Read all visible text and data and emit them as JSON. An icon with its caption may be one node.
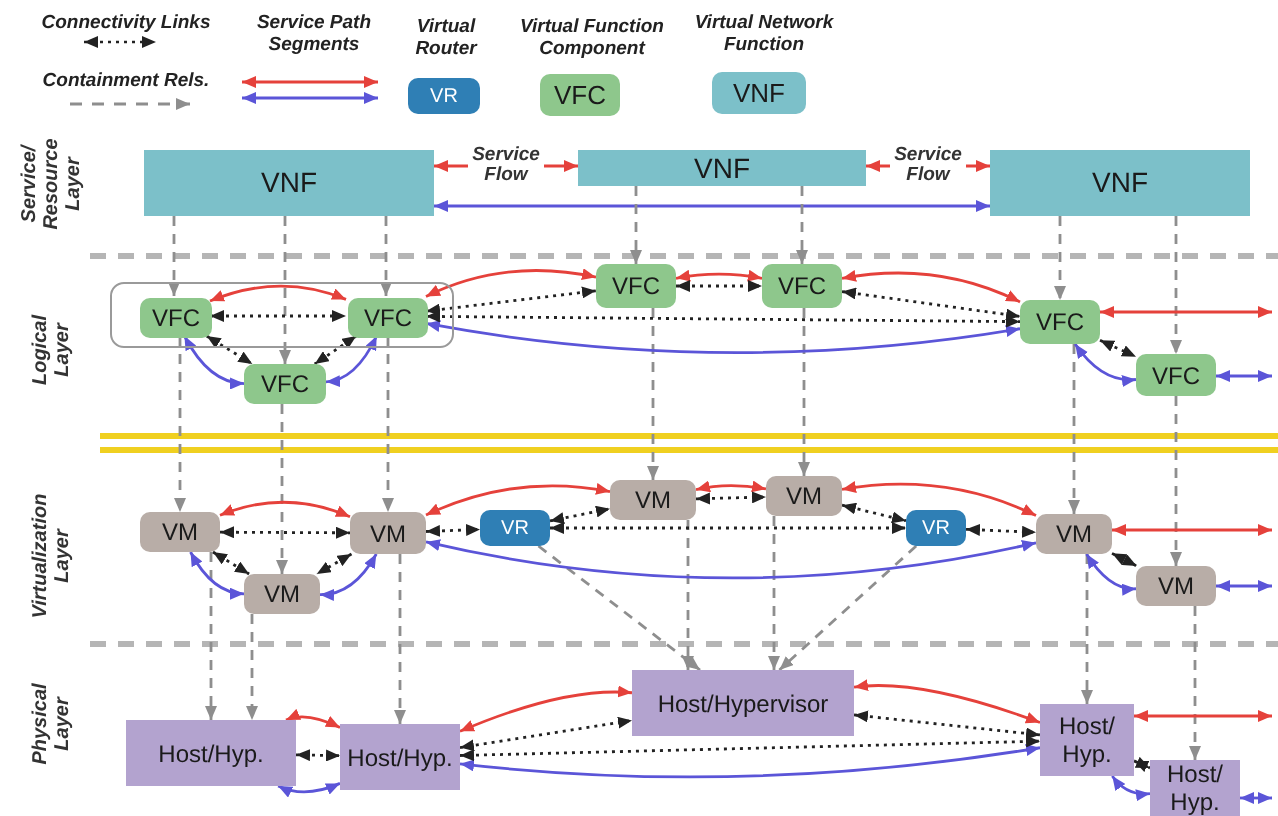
{
  "diagram": {
    "nodes": [
      {
        "text": [
          "VNF"
        ]
      },
      {
        "text": [
          "VNF"
        ]
      },
      {
        "text": [
          "VNF"
        ]
      },
      {
        "text": [],
        "shape": "box"
      },
      {
        "text": [
          "VFC"
        ],
        "in": 3
      },
      {
        "text": [
          "VFC"
        ],
        "in": 3
      },
      {
        "text": [
          "VFC"
        ]
      },
      {
        "text": [
          "VFC"
        ]
      },
      {
        "text": [
          "VFC"
        ]
      },
      {
        "text": [
          "VFC"
        ]
      },
      {
        "text": [
          "VFC"
        ]
      },
      {
        "text": [
          "VM"
        ]
      },
      {
        "text": [
          "VM"
        ]
      },
      {
        "text": [
          "VR"
        ]
      },
      {
        "text": [
          "VM"
        ]
      },
      {
        "text": [
          "VM"
        ]
      },
      {
        "text": [
          "VR"
        ]
      },
      {
        "text": [
          "VM"
        ]
      },
      {
        "text": [
          "VM"
        ]
      },
      {
        "text": [
          "VM"
        ]
      },
      {
        "text": [
          "Host/Hyp."
        ]
      },
      {
        "text": [
          "Host/Hyp."
        ]
      },
      {
        "text": [
          "Host/Hypervisor"
        ]
      },
      {
        "text": [
          "Host/ Hyp."
        ]
      },
      {
        "text": [
          "Host/ Hyp."
        ]
      }
    ],
    "edges": [
      {
        "from": 0,
        "to": 1,
        "arrow": "both",
        "color": "#e5413b",
        "label": "Service Flow"
      },
      {
        "from": 1,
        "to": 2,
        "arrow": "both",
        "color": "#e5413b",
        "label": "Service Flow"
      },
      {
        "from": 0,
        "to": 2,
        "arrow": "both",
        "color": "#5b55d8"
      },
      {
        "from": 0,
        "to": 4,
        "arrow": "to",
        "style": "dashed",
        "color": "#8e8e8e"
      },
      {
        "from": 0,
        "to": 6,
        "arrow": "to",
        "style": "dashed",
        "color": "#8e8e8e"
      },
      {
        "from": 0,
        "to": 5,
        "arrow": "to",
        "style": "dashed",
        "color": "#8e8e8e"
      },
      {
        "from": 1,
        "to": 7,
        "arrow": "to",
        "style": "dashed",
        "color": "#8e8e8e"
      },
      {
        "from": 1,
        "to": 8,
        "arrow": "to",
        "style": "dashed",
        "color": "#8e8e8e"
      },
      {
        "from": 2,
        "to": 9,
        "arrow": "to",
        "style": "dashed",
        "color": "#8e8e8e"
      },
      {
        "from": 2,
        "to": 10,
        "arrow": "to",
        "style": "dashed",
        "color": "#8e8e8e"
      },
      {
        "from": 4,
        "to": 11,
        "arrow": "to",
        "style": "dashed",
        "color": "#8e8e8e"
      },
      {
        "from": 6,
        "to": 18,
        "arrow": "to",
        "style": "dashed",
        "color": "#8e8e8e"
      },
      {
        "from": 5,
        "to": 12,
        "arrow": "to",
        "style": "dashed",
        "color": "#8e8e8e"
      },
      {
        "from": 7,
        "to": 14,
        "arrow": "to",
        "style": "dashed",
        "color": "#8e8e8e"
      },
      {
        "from": 8,
        "to": 15,
        "arrow": "to",
        "style": "dashed",
        "color": "#8e8e8e"
      },
      {
        "from": 9,
        "to": 17,
        "arrow": "to",
        "style": "dashed",
        "color": "#8e8e8e"
      },
      {
        "from": 10,
        "to": 19,
        "arrow": "to",
        "style": "dashed",
        "color": "#8e8e8e"
      },
      {
        "from": 11,
        "to": 20,
        "arrow": "to",
        "style": "dashed",
        "color": "#8e8e8e"
      },
      {
        "from": 18,
        "to": 20,
        "arrow": "to",
        "style": "dashed",
        "color": "#8e8e8e"
      },
      {
        "from": 12,
        "to": 21,
        "arrow": "to",
        "style": "dashed",
        "color": "#8e8e8e"
      },
      {
        "from": 14,
        "to": 22,
        "arrow": "to",
        "style": "dashed",
        "color": "#8e8e8e"
      },
      {
        "from": 13,
        "to": 22,
        "arrow": "to",
        "style": "dashed",
        "color": "#8e8e8e"
      },
      {
        "from": 15,
        "to": 22,
        "arrow": "to",
        "style": "dashed",
        "color": "#8e8e8e"
      },
      {
        "from": 16,
        "to": 22,
        "arrow": "to",
        "style": "dashed",
        "color": "#8e8e8e"
      },
      {
        "from": 17,
        "to": 23,
        "arrow": "to",
        "style": "dashed",
        "color": "#8e8e8e"
      },
      {
        "from": 19,
        "to": 24,
        "arrow": "to",
        "style": "dashed",
        "color": "#8e8e8e"
      },
      {
        "from": 4,
        "to": 5,
        "arrow": "both",
        "color": "#e5413b"
      },
      {
        "from": 5,
        "to": 7,
        "arrow": "both",
        "color": "#e5413b"
      },
      {
        "from": 7,
        "to": 8,
        "arrow": "both",
        "color": "#e5413b"
      },
      {
        "from": 8,
        "to": 9,
        "arrow": "both",
        "color": "#e5413b"
      },
      {
        "from": 9,
        "to": null,
        "arrow": "both",
        "color": "#e5413b"
      },
      {
        "from": 4,
        "to": 6,
        "arrow": "both",
        "color": "#5b55d8"
      },
      {
        "from": 5,
        "to": 6,
        "arrow": "both",
        "color": "#5b55d8"
      },
      {
        "from": 5,
        "to": 9,
        "arrow": "both",
        "color": "#5b55d8"
      },
      {
        "from": 9,
        "to": 10,
        "arrow": "both",
        "color": "#5b55d8"
      },
      {
        "from": 10,
        "to": null,
        "arrow": "both",
        "color": "#5b55d8"
      },
      {
        "from": 4,
        "to": 5,
        "arrow": "both",
        "style": "dashed",
        "color": "#222222"
      },
      {
        "from": 4,
        "to": 6,
        "arrow": "both",
        "style": "dashed",
        "color": "#222222"
      },
      {
        "from": 5,
        "to": 6,
        "arrow": "both",
        "style": "dashed",
        "color": "#222222"
      },
      {
        "from": 5,
        "to": 7,
        "arrow": "both",
        "style": "dashed",
        "color": "#222222"
      },
      {
        "from": 7,
        "to": 8,
        "arrow": "both",
        "style": "dashed",
        "color": "#222222"
      },
      {
        "from": 5,
        "to": 9,
        "arrow": "both",
        "style": "dashed",
        "color": "#222222"
      },
      {
        "from": 8,
        "to": 9,
        "arrow": "both",
        "style": "dashed",
        "color": "#222222"
      },
      {
        "from": 9,
        "to": 10,
        "arrow": "both",
        "style": "dashed",
        "color": "#222222"
      },
      {
        "from": 11,
        "to": 12,
        "arrow": "both",
        "color": "#e5413b"
      },
      {
        "from": 12,
        "to": 14,
        "arrow": "both",
        "color": "#e5413b"
      },
      {
        "from": 14,
        "to": 15,
        "arrow": "both",
        "color": "#e5413b"
      },
      {
        "from": 15,
        "to": 17,
        "arrow": "both",
        "color": "#e5413b"
      },
      {
        "from": 17,
        "to": null,
        "arrow": "both",
        "color": "#e5413b"
      },
      {
        "from": 11,
        "to": 18,
        "arrow": "both",
        "color": "#5b55d8"
      },
      {
        "from": 12,
        "to": 18,
        "arrow": "both",
        "color": "#5b55d8"
      },
      {
        "from": 12,
        "to": 17,
        "arrow": "both",
        "color": "#5b55d8"
      },
      {
        "from": 17,
        "to": 19,
        "arrow": "both",
        "color": "#5b55d8"
      },
      {
        "from": 19,
        "to": null,
        "arrow": "both",
        "color": "#5b55d8"
      },
      {
        "from": 11,
        "to": 12,
        "arrow": "both",
        "style": "dashed",
        "color": "#222222"
      },
      {
        "from": 11,
        "to": 18,
        "arrow": "both",
        "style": "dashed",
        "color": "#222222"
      },
      {
        "from": 12,
        "to": 18,
        "arrow": "both",
        "style": "dashed",
        "color": "#222222"
      },
      {
        "from": 12,
        "to": 13,
        "arrow": "both",
        "style": "dashed",
        "color": "#222222"
      },
      {
        "from": 13,
        "to": 14,
        "arrow": "both",
        "style": "dashed",
        "color": "#222222"
      },
      {
        "from": 13,
        "to": 16,
        "arrow": "both",
        "style": "dashed",
        "color": "#222222"
      },
      {
        "from": 14,
        "to": 15,
        "arrow": "both",
        "style": "dashed",
        "color": "#222222"
      },
      {
        "from": 15,
        "to": 16,
        "arrow": "both",
        "style": "dashed",
        "color": "#222222"
      },
      {
        "from": 16,
        "to": 17,
        "arrow": "both",
        "style": "dashed",
        "color": "#222222"
      },
      {
        "from": 17,
        "to": 19,
        "arrow": "both",
        "style": "dashed",
        "color": "#222222"
      },
      {
        "from": 20,
        "to": 21,
        "arrow": "both",
        "color": "#e5413b"
      },
      {
        "from": 21,
        "to": 22,
        "arrow": "both",
        "color": "#e5413b"
      },
      {
        "from": 22,
        "to": 23,
        "arrow": "both",
        "color": "#e5413b"
      },
      {
        "from": 23,
        "to": null,
        "arrow": "both",
        "color": "#e5413b"
      },
      {
        "from": 20,
        "to": 21,
        "arrow": "both",
        "color": "#5b55d8"
      },
      {
        "from": 21,
        "to": 23,
        "arrow": "both",
        "color": "#5b55d8"
      },
      {
        "from": 23,
        "to": 24,
        "arrow": "both",
        "color": "#5b55d8"
      },
      {
        "from": 24,
        "to": null,
        "arrow": "both",
        "color": "#5b55d8"
      },
      {
        "from": 20,
        "to": 21,
        "arrow": "both",
        "style": "dashed",
        "color": "#222222"
      },
      {
        "from": 21,
        "to": 22,
        "arrow": "both",
        "style": "dashed",
        "color": "#222222"
      },
      {
        "from": 21,
        "to": 23,
        "arrow": "both",
        "style": "dashed",
        "color": "#222222"
      },
      {
        "from": 22,
        "to": 23,
        "arrow": "both",
        "style": "dashed",
        "color": "#222222"
      },
      {
        "from": 23,
        "to": 24,
        "arrow": "both",
        "style": "dashed",
        "color": "#222222"
      }
    ],
    "labels": [
      "VR",
      "VFC",
      "VNF",
      "Service/ Resource Layer",
      "Logical Layer",
      "Virtualization Layer",
      "Physical Layer"
    ],
    "legend": [
      {
        "text": "Connectivity Links"
      },
      {
        "text": "Containment Rels."
      },
      {
        "text": "Service Path Segments"
      },
      {
        "text": "Virtual Router",
        "color": "#2f7fb5"
      },
      {
        "text": "Virtual Function Component",
        "color": "#8ec78c"
      },
      {
        "text": "Virtual Network Function",
        "color": "#7cc0c9"
      }
    ]
  }
}
